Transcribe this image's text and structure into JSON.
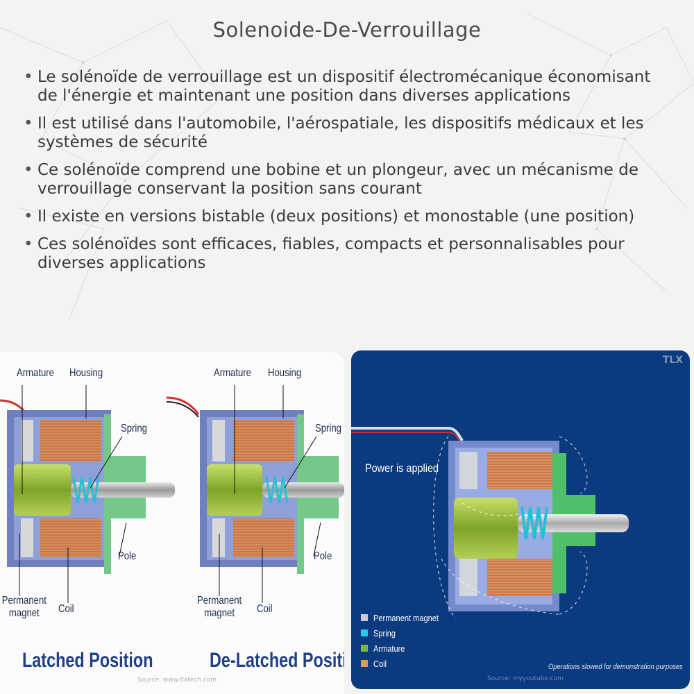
{
  "title": "Solenoide-De-Verrouillage",
  "bullets": [
    "Le solénoïde de verrouillage est un dispositif électromécanique économisant de l'énergie et maintenant une position dans diverses applications",
    "Il est utilisé dans l'automobile, l'aérospatiale, les dispositifs médicaux et les systèmes de sécurité",
    "Ce solénoïde comprend une bobine et un plongeur, avec un mécanisme de verrouillage conservant la position sans courant",
    "Il existe en versions bistable (deux positions) et monostable (une position)",
    "Ces solénoïdes sont efficaces, fiables, compacts et personnalisables pour diverses applications"
  ],
  "left_figure": {
    "labels": {
      "armature": "Armature",
      "housing": "Housing",
      "spring": "Spring",
      "pole": "Pole",
      "permanent_magnet": "Permanent\nmagnet",
      "coil": "Coil"
    },
    "caption_latched": "Latched Position",
    "caption_delatched": "De-Latched Position",
    "source": "Source: www.tlxtech.com"
  },
  "right_figure": {
    "logo": "TLX",
    "power_label": "Power is applied",
    "legend": [
      {
        "label": "Permanent magnet",
        "color": "#c8ccd6"
      },
      {
        "label": "Spring",
        "color": "#27c9e6"
      },
      {
        "label": "Armature",
        "color": "#7ab648"
      },
      {
        "label": "Coil",
        "color": "#d99a5f"
      }
    ],
    "note": "Operations slowed for demonstration purposes",
    "source": "Source: myyoutube.com"
  },
  "colors": {
    "housing": "#7b8cc8",
    "pole": "#7fd08c",
    "coil": "#c9784a",
    "armature": "#8fbf3a",
    "caption": "#1f3f86",
    "panel_blue": "#0c3a7e"
  }
}
